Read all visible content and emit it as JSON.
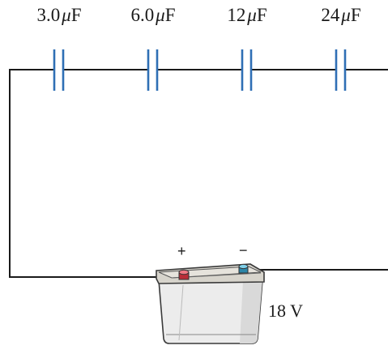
{
  "capacitors": [
    {
      "value": "3.0",
      "unit_prefix": "μ",
      "unit": "F"
    },
    {
      "value": "6.0",
      "unit_prefix": "μ",
      "unit": "F"
    },
    {
      "value": "12",
      "unit_prefix": "μ",
      "unit": "F"
    },
    {
      "value": "24",
      "unit_prefix": "μ",
      "unit": "F"
    }
  ],
  "battery": {
    "voltage_label": "18 V",
    "positive_symbol": "+",
    "negative_symbol": "−"
  },
  "colors": {
    "wire": "#1a1a1a",
    "capacitor_plate": "#2f6fb5",
    "battery_body": "#e9e9e9",
    "battery_top": "#d4d2cc",
    "positive_terminal": "#e0424f",
    "negative_terminal": "#3aa6c9"
  }
}
